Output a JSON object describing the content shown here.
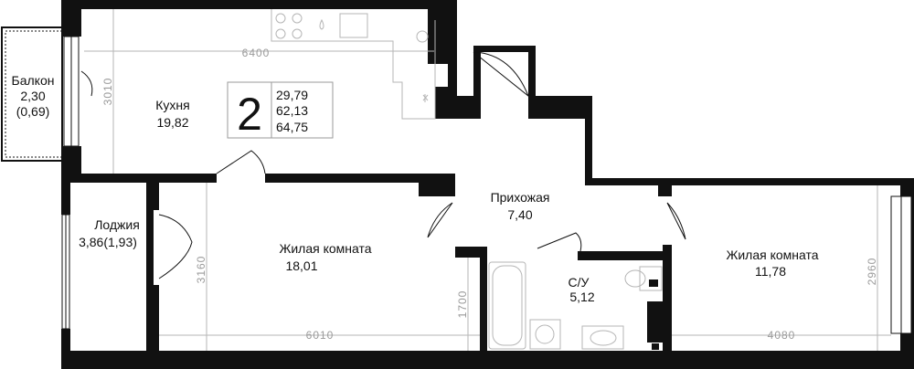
{
  "apartment": {
    "rooms_count": "2",
    "living_area": "29,79",
    "total_area": "62,13",
    "total_area_with_balconies": "64,75"
  },
  "rooms": {
    "kitchen": {
      "name": "Кухня",
      "area": "19,82"
    },
    "balcony": {
      "name": "Балкон",
      "area": "2,30",
      "area_reduced": "(0,69)"
    },
    "loggia": {
      "name": "Лоджия",
      "area": "3,86(1,93)"
    },
    "living_left": {
      "name": "Жилая комната",
      "area": "18,01"
    },
    "hallway": {
      "name": "Прихожая",
      "area": "7,40"
    },
    "bathroom": {
      "name": "С/У",
      "area": "5,12"
    },
    "living_right": {
      "name": "Жилая комната",
      "area": "11,78"
    }
  },
  "dimensions": {
    "kitchen_width": "6400",
    "kitchen_depth": "3010",
    "living_left_width": "6010",
    "living_left_depth": "3160",
    "bathroom_depth": "1700",
    "living_right_width": "4080",
    "living_right_depth": "2960"
  },
  "colors": {
    "wall": "#111111",
    "line": "#b5b5b5",
    "dim": "#9a9a9a"
  }
}
